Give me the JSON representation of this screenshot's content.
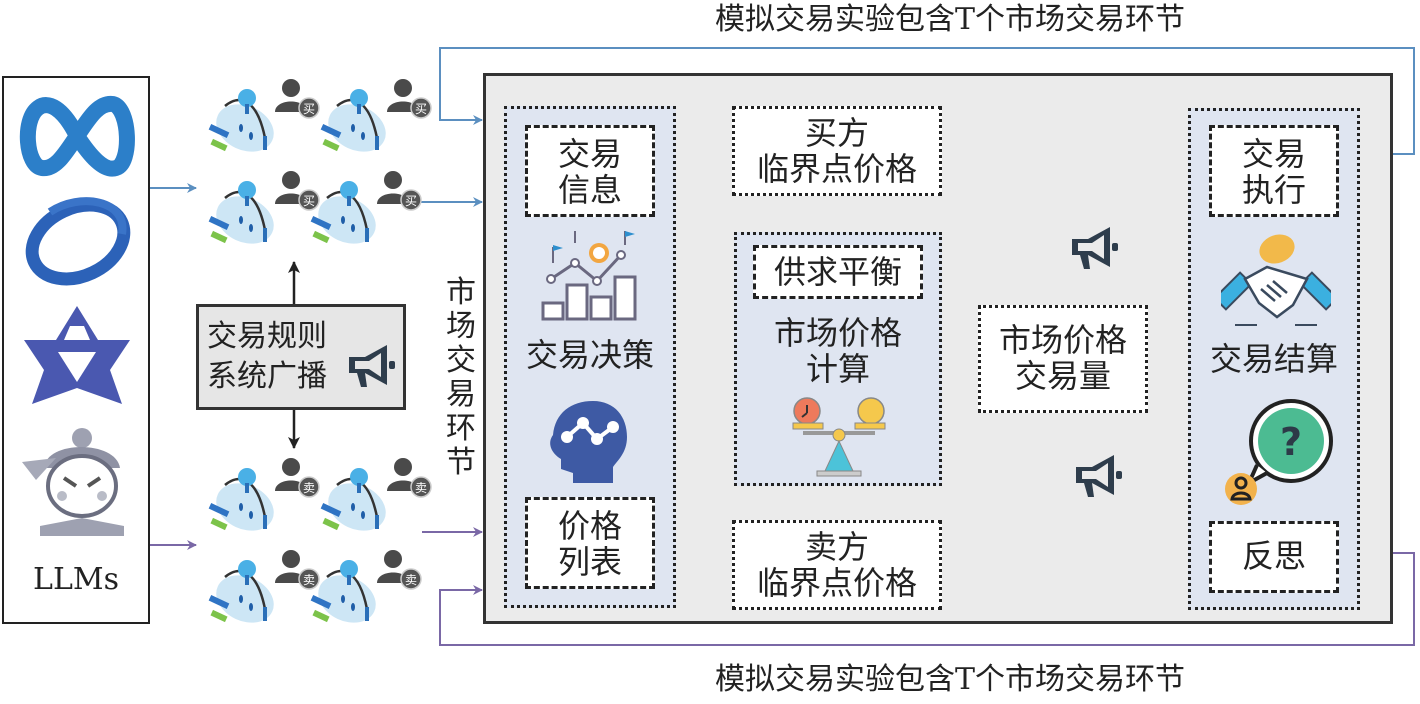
{
  "title_top": "模拟交易实验包含T个市场交易环节",
  "title_bottom": "模拟交易实验包含T个市场交易环节",
  "llms": {
    "label": "LLMs",
    "icons": [
      "meta-infinity-icon",
      "ring-swirl-icon",
      "star-hexagram-icon",
      "warrior-character-icon"
    ]
  },
  "agents": {
    "buyer_badge": "买",
    "seller_badge": "卖",
    "buyer_count": 4,
    "seller_count": 4
  },
  "broadcast": {
    "line1": "交易规则",
    "line2": "系统广播"
  },
  "vertical_label": [
    "市",
    "场",
    "交",
    "易",
    "环",
    "节"
  ],
  "decision_panel": {
    "trade_info_line1": "交易",
    "trade_info_line2": "信息",
    "decision_label": "交易决策",
    "price_list_line1": "价格",
    "price_list_line2": "列表"
  },
  "buyer_price": {
    "line1": "买方",
    "line2": "临界点价格"
  },
  "seller_price": {
    "line1": "卖方",
    "line2": "临界点价格"
  },
  "calc_panel": {
    "balance_label": "供求平衡",
    "calc_line1": "市场价格",
    "calc_line2": "计算"
  },
  "result_box": {
    "line1": "市场价格",
    "line2": "交易量"
  },
  "settle_panel": {
    "exec_line1": "交易",
    "exec_line2": "执行",
    "settle_label": "交易结算",
    "reflect_label": "反思"
  },
  "colors": {
    "blue_flow": "#5b8fc0",
    "purple_flow": "#7a68a6",
    "panel_bg": "#dfe5f1",
    "main_bg": "#ebebeb",
    "dark": "#2b2b2b"
  }
}
